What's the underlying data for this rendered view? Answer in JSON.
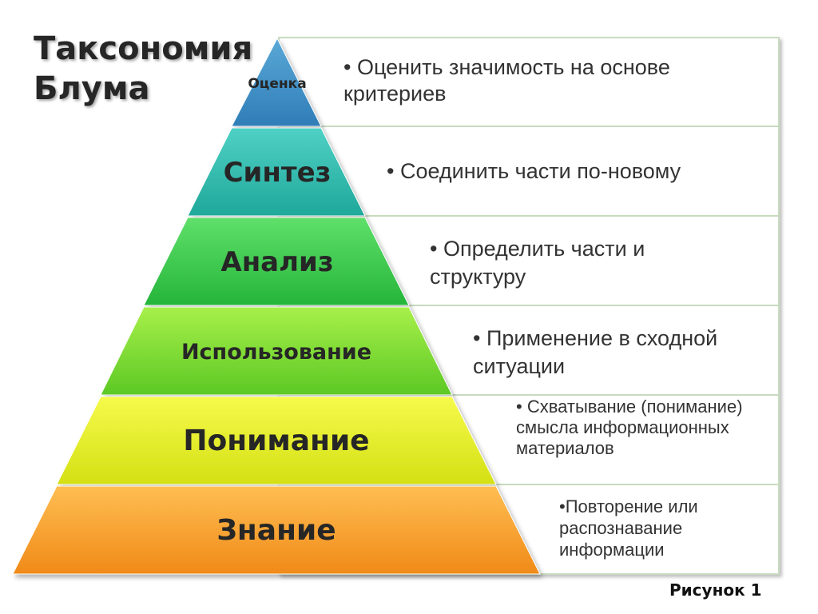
{
  "title": {
    "line1": "Таксономия",
    "line2": "Блума"
  },
  "levels": [
    {
      "label": "Оценка",
      "description": "• Оценить значимость на основе критериев",
      "color_top": "#5aa8d6",
      "color_bottom": "#2f7db8"
    },
    {
      "label": "Синтез",
      "description": "• Соединить части по-новому",
      "color_top": "#4fd1c5",
      "color_bottom": "#1fa89a"
    },
    {
      "label": "Анализ",
      "description": "• Определить части и структуру",
      "color_top": "#5fe06a",
      "color_bottom": "#25b53a"
    },
    {
      "label": "Использование",
      "description": "• Применение в сходной ситуации",
      "color_top": "#a8f04a",
      "color_bottom": "#5cc824"
    },
    {
      "label": "Понимание",
      "description": "• Схватывание (понимание) смысла информационных материалов",
      "color_top": "#f6fa4a",
      "color_bottom": "#d4e014"
    },
    {
      "label": "Знание",
      "description": "•Повторение или распознавание информации",
      "color_top": "#ffbe52",
      "color_bottom": "#f08a18"
    }
  ],
  "caption": "Рисунок 1"
}
